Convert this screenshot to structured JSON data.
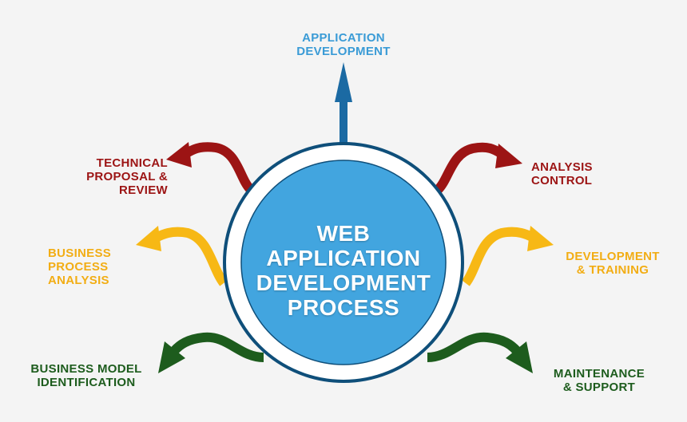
{
  "center": {
    "title": "WEB\nAPPLICATION\nDEVELOPMENT\nPROCESS",
    "fill_color": "#42a5df",
    "ring_color": "#ffffff",
    "outline_color": "#0f4f7a"
  },
  "branches": {
    "top": {
      "label": "APPLICATION\nDEVELOPMENT",
      "color": "#3a9bd6",
      "arrow_color": "#1b6aa3",
      "icon": "straight-arrow-up"
    },
    "upper_left": {
      "label": "TECHNICAL\nPROPOSAL &\nREVIEW",
      "color": "#9c1414",
      "icon": "curved-arrow-left"
    },
    "upper_right": {
      "label": "ANALYSIS\nCONTROL",
      "color": "#9c1414",
      "icon": "curved-arrow-right"
    },
    "middle_left": {
      "label": "BUSINESS\nPROCESS\nANALYSIS",
      "color": "#f2ad14",
      "arrow_color": "#f7b815",
      "icon": "curved-arrow-left"
    },
    "middle_right": {
      "label": "DEVELOPMENT\n& TRAINING",
      "color": "#f2ad14",
      "arrow_color": "#f7b815",
      "icon": "curved-arrow-right"
    },
    "lower_left": {
      "label": "BUSINESS MODEL\nIDENTIFICATION",
      "color": "#1d5c1d",
      "icon": "curved-arrow-left"
    },
    "lower_right": {
      "label": "MAINTENANCE\n& SUPPORT",
      "color": "#1d5c1d",
      "icon": "curved-arrow-right"
    }
  }
}
